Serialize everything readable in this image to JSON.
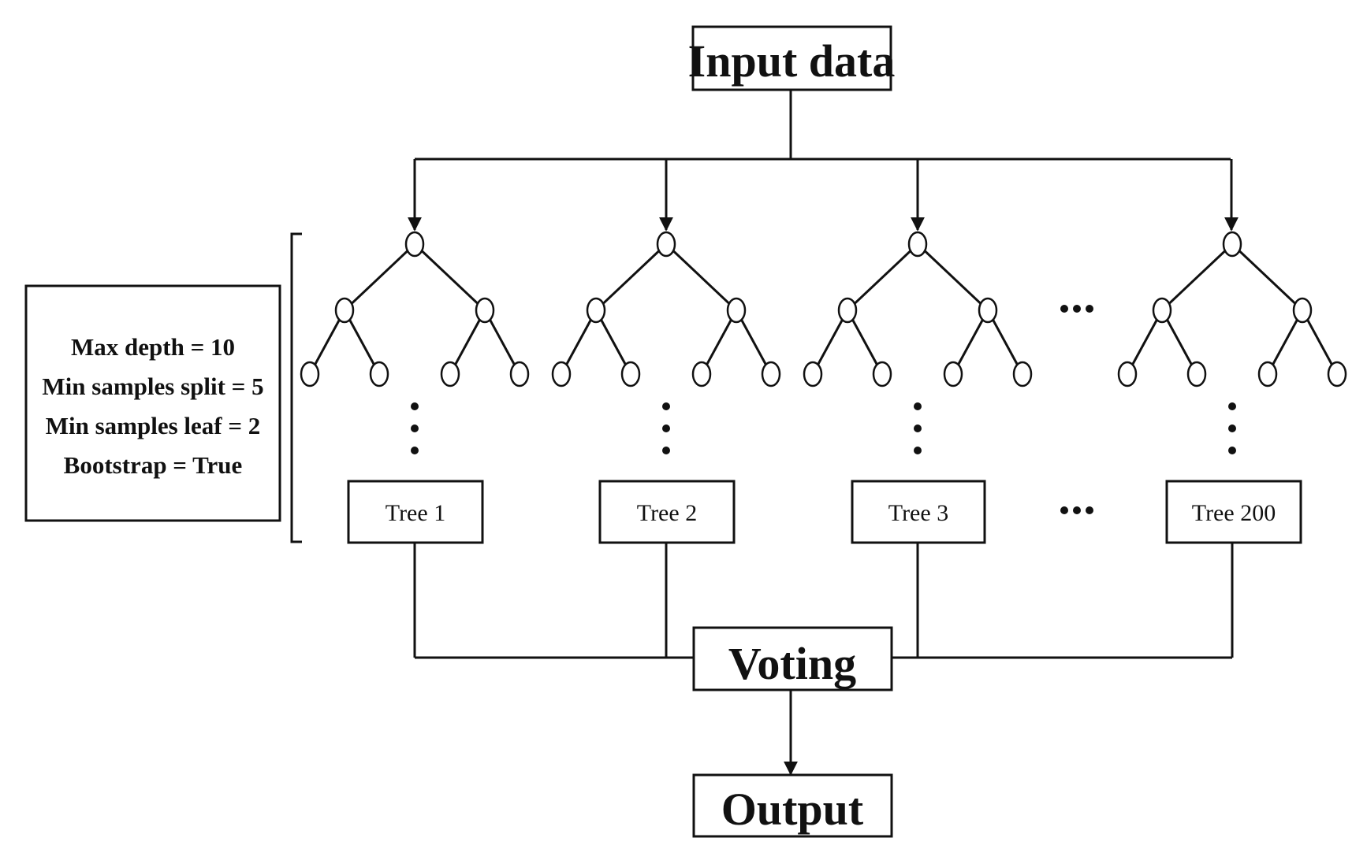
{
  "input_label": "Input data",
  "voting_label": "Voting",
  "output_label": "Output",
  "parameters": [
    "Max depth = 10",
    "Min samples split = 5",
    "Min samples leaf = 2",
    "Bootstrap = True"
  ],
  "trees": [
    "Tree 1",
    "Tree 2",
    "Tree 3",
    "Tree 200"
  ]
}
